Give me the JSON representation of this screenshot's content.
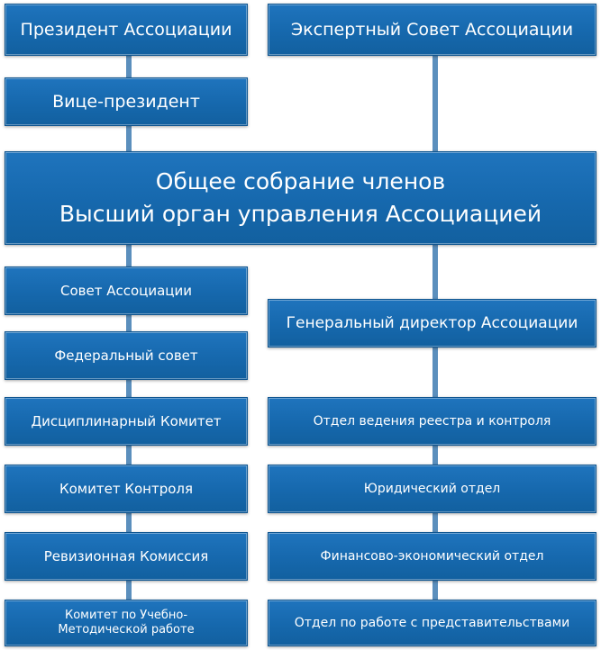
{
  "diagram": {
    "top_left": "Президент Ассоциации",
    "top_right": "Экспертный Совет Ассоциации",
    "vice_president": "Вице-президент",
    "general_meeting": {
      "line1": "Общее собрание членов",
      "line2": "Высший орган управления Ассоциацией"
    },
    "left_column": [
      "Совет Ассоциации",
      "Федеральный совет",
      "Дисциплинарный Комитет",
      "Комитет Контроля",
      "Ревизионная Комиссия"
    ],
    "left_last": {
      "line1": "Комитет по Учебно-",
      "line2": "Методической работе"
    },
    "general_director": "Генеральный директор Ассоциации",
    "right_column": [
      "Отдел ведения реестра и контроля",
      "Юридический отдел",
      "Финансово-экономический отдел",
      "Отдел по работе с представительствами"
    ]
  },
  "colors": {
    "box_fill": "#1668ad",
    "connector": "#5b8fbd"
  }
}
